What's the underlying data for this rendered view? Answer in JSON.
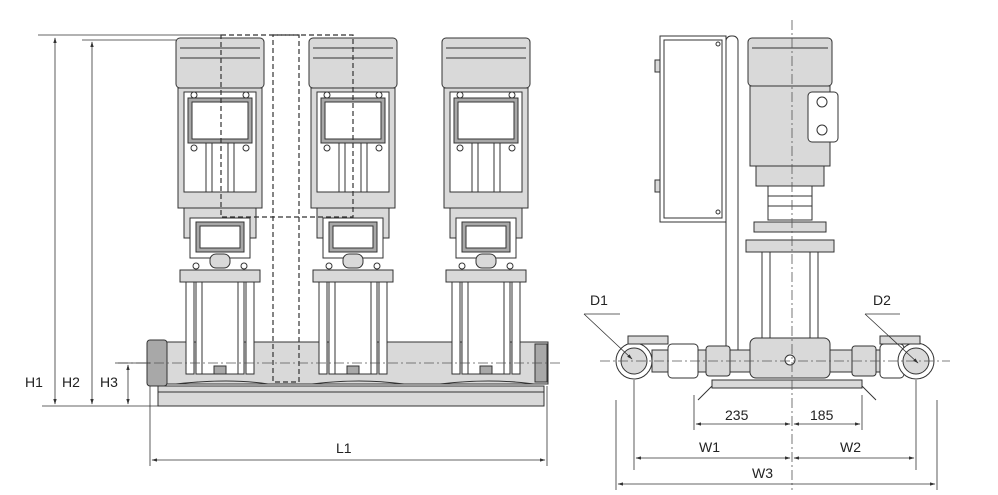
{
  "labels": {
    "h1": "H1",
    "h2": "H2",
    "h3": "H3",
    "l1": "L1",
    "d1": "D1",
    "d2": "D2",
    "w1": "W1",
    "w2": "W2",
    "w3": "W3",
    "dim_235": "235",
    "dim_185": "185"
  }
}
